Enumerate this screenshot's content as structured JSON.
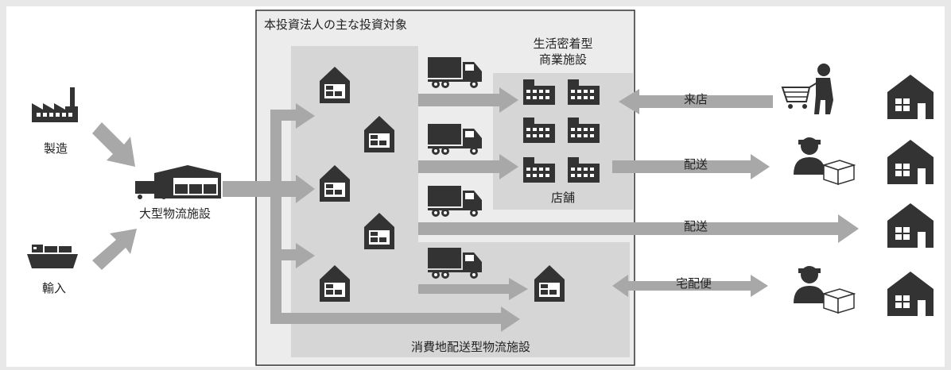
{
  "diagram": {
    "main_box_title": "本投資法人の主な投資対象",
    "retail_title_line1": "生活密着型",
    "retail_title_line2": "商業施設",
    "store_label": "店舗",
    "logistics_label": "消費地配送型物流施設",
    "manufacturing_label": "製造",
    "import_label": "輸入",
    "large_facility_label": "大型物流施設",
    "visit_label": "来店",
    "delivery_label_1": "配送",
    "delivery_label_2": "配送",
    "home_delivery_label": "宅配便"
  },
  "icons": {
    "factory": "factory-icon",
    "ship": "ship-icon",
    "warehouse": "warehouse-icon",
    "truck": "truck-icon",
    "building": "building-icon",
    "house": "house-icon",
    "shopper": "shopper-icon",
    "courier": "courier-icon",
    "package": "package-icon"
  },
  "colors": {
    "icon_fill": "#333333",
    "arrow_fill": "#a8a8a8",
    "region_fill": "#d6d6d6",
    "background": "#e8e8e8"
  }
}
